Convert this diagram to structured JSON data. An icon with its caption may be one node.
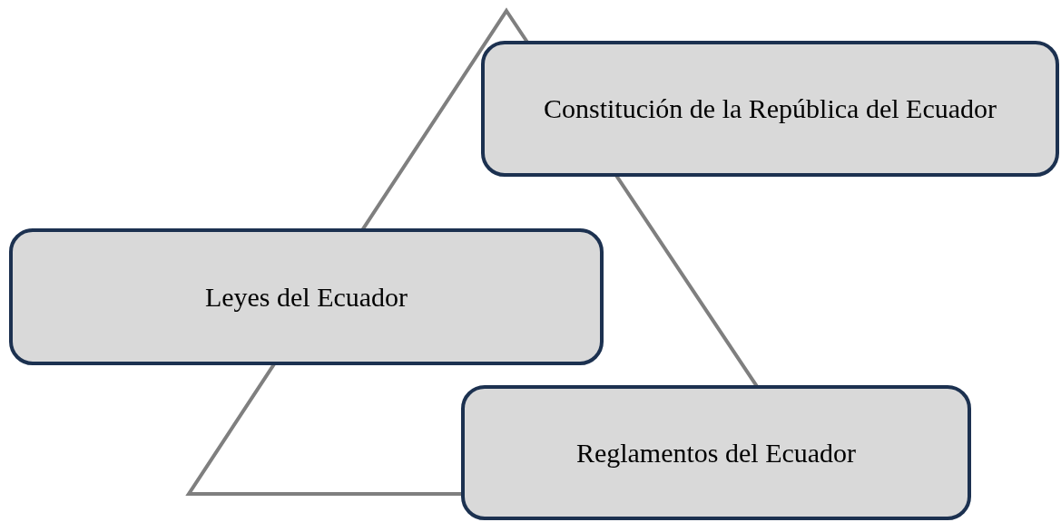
{
  "diagram": {
    "nodes": [
      {
        "text": [
          "Constitución de la República del Ecuador"
        ]
      },
      {
        "text": [
          "Leyes del Ecuador"
        ]
      },
      {
        "text": [
          "Reglamentos del Ecuador"
        ]
      }
    ]
  }
}
